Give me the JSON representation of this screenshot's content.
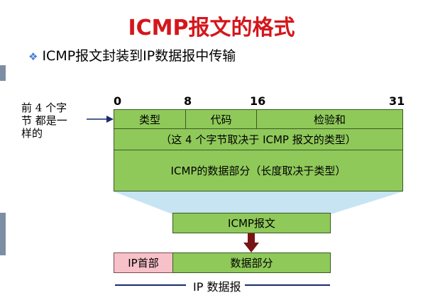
{
  "title": "ICMP报文的格式",
  "bullet": {
    "icon": "diamond-bullet-icon",
    "text": "ICMP报文封装到IP数据报中传输"
  },
  "left_note": {
    "line1": "前 4 个字",
    "line2": "节 都是一",
    "line3": "样的"
  },
  "bit_positions": [
    "0",
    "8",
    "16",
    "31"
  ],
  "icmp_format": {
    "type_field": "类型",
    "code_field": "代码",
    "checksum_field": "检验和",
    "row2": "（这 4 个字节取决于 ICMP 报文的类型）",
    "row3": "ICMP的数据部分（长度取决于类型）"
  },
  "icmp_message": "ICMP报文",
  "ip_datagram": {
    "header": "IP首部",
    "data": "数据部分",
    "label": "IP 数据报"
  },
  "colors": {
    "title": "#d4161c",
    "field_fill": "#8fc95a",
    "ip_header_fill": "#f7c1c9",
    "arrow": "#7a1414",
    "funnel": "#c7e4f2"
  }
}
